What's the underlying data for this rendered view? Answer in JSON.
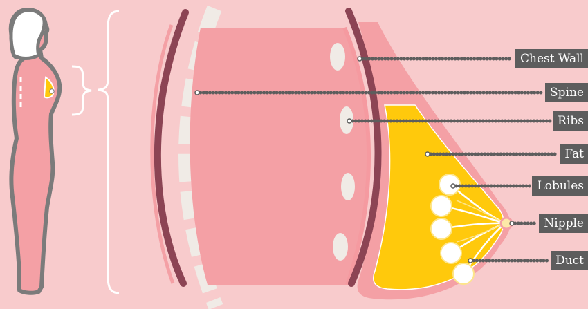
{
  "title": "",
  "colors": {
    "background": "#f8cbcc",
    "skin": "#f4a0a5",
    "outline": "#7b7b7b",
    "muscle": "#8c4454",
    "bone": "#f0ebe6",
    "fat": "#ffc90c",
    "lobule": "#ffffff",
    "callout": "#5d5d5d",
    "callout_text": "#ffffff"
  },
  "labels": {
    "chest_wall": "Chest Wall",
    "spine": "Spine",
    "ribs": "Ribs",
    "fat": "Fat",
    "lobules": "Lobules",
    "nipple": "Nipple",
    "duct": "Duct"
  },
  "icons": [
    "woman-silhouette-icon",
    "curly-brace-icon"
  ]
}
